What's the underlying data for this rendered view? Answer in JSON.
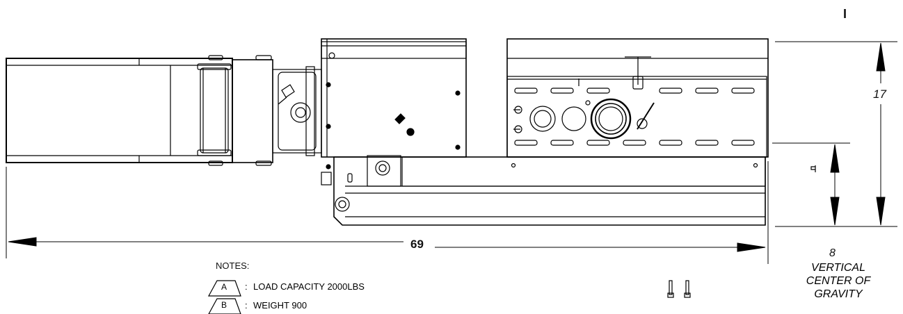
{
  "sheet_mark": "I",
  "dimensions": {
    "overall_length": "69",
    "height": "17",
    "cg_height": "8",
    "cg_label": [
      "VERTICAL",
      "CENTER OF",
      "GRAVITY"
    ]
  },
  "notes": {
    "heading": "NOTES:",
    "items": [
      {
        "flag": "A",
        "sep": ":",
        "text": "LOAD CAPACITY 2000LBS"
      },
      {
        "flag": "B",
        "sep": ":",
        "text": "WEIGHT 900"
      }
    ]
  }
}
